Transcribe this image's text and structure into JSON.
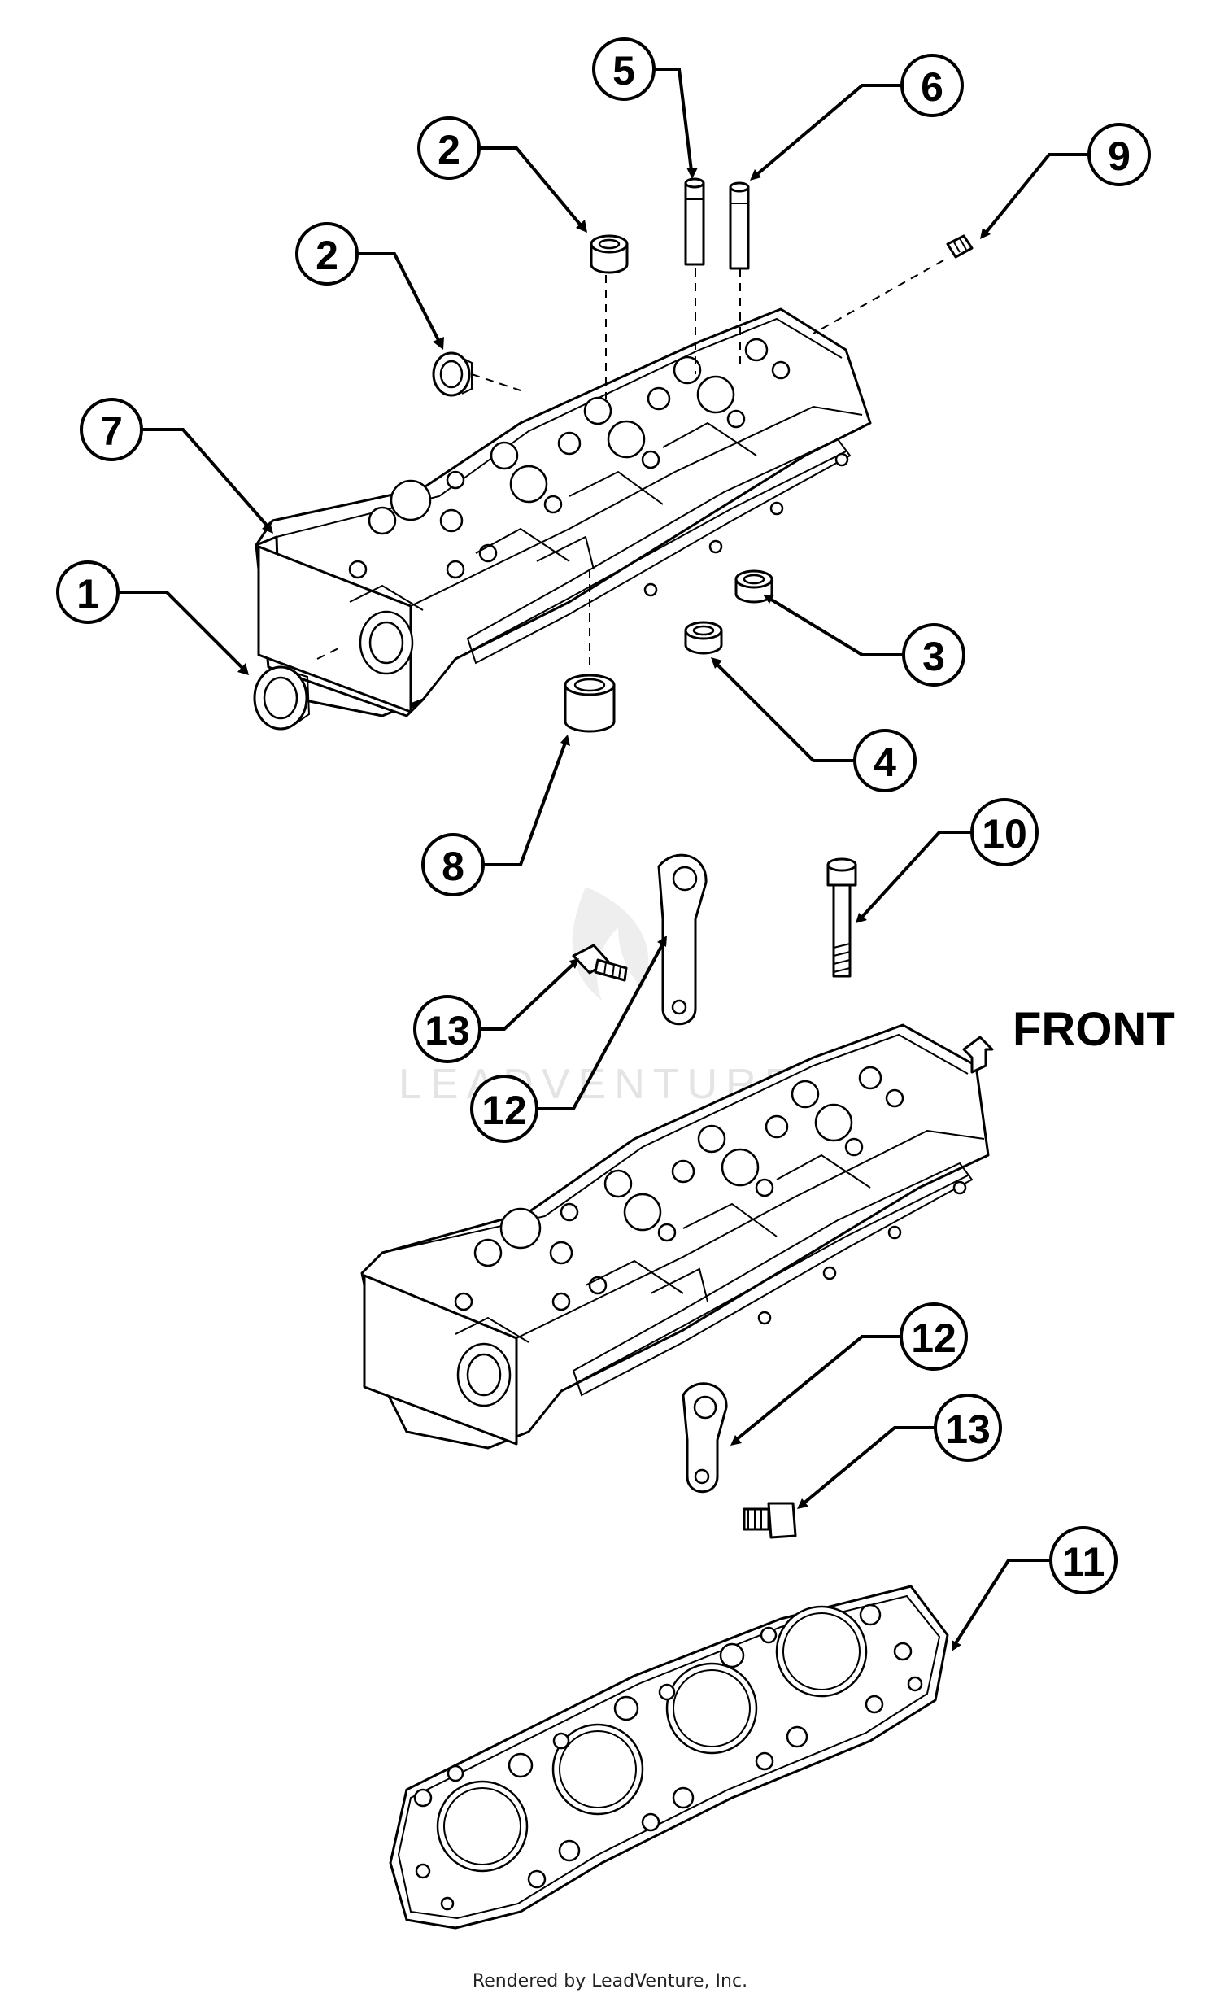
{
  "diagram": {
    "callouts": [
      {
        "id": "c1",
        "label": "1"
      },
      {
        "id": "c2a",
        "label": "2"
      },
      {
        "id": "c2b",
        "label": "2"
      },
      {
        "id": "c3",
        "label": "3"
      },
      {
        "id": "c4",
        "label": "4"
      },
      {
        "id": "c5",
        "label": "5"
      },
      {
        "id": "c6",
        "label": "6"
      },
      {
        "id": "c7",
        "label": "7"
      },
      {
        "id": "c8",
        "label": "8"
      },
      {
        "id": "c9",
        "label": "9"
      },
      {
        "id": "c10",
        "label": "10"
      },
      {
        "id": "c11",
        "label": "11"
      },
      {
        "id": "c12a",
        "label": "12"
      },
      {
        "id": "c12b",
        "label": "12"
      },
      {
        "id": "c13a",
        "label": "13"
      },
      {
        "id": "c13b",
        "label": "13"
      }
    ],
    "front_label": "FRONT",
    "watermark": "LEADVENTURE",
    "footer": "Rendered by LeadVenture, Inc."
  }
}
